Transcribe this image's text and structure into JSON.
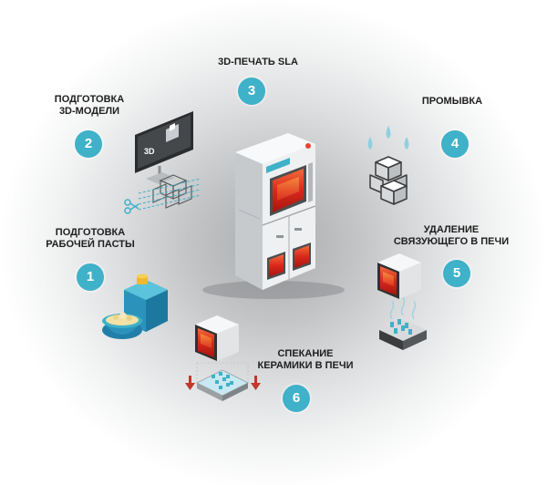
{
  "colors": {
    "badge": "#3fb1c8",
    "heater": "#e8452c",
    "cabinet": "#e4e6e8",
    "liquid": "#8fd0e0"
  },
  "steps": [
    {
      "number": "1",
      "label_line1": "ПОДГОТОВКА",
      "label_line2": "РАБОЧЕЙ ПАСТЫ"
    },
    {
      "number": "2",
      "label_line1": "ПОДГОТОВКА",
      "label_line2": "3D-МОДЕЛИ"
    },
    {
      "number": "3",
      "label_line1": "3D-ПЕЧАТЬ SLA",
      "label_line2": ""
    },
    {
      "number": "4",
      "label_line1": "ПРОМЫВКА",
      "label_line2": ""
    },
    {
      "number": "5",
      "label_line1": "УДАЛЕНИЕ",
      "label_line2": "СВЯЗУЮЩЕГО В ПЕЧИ"
    },
    {
      "number": "6",
      "label_line1": "СПЕКАНИЕ",
      "label_line2": "КЕРАМИКИ В ПЕЧИ"
    }
  ],
  "monitor": {
    "screen_text": "3D"
  },
  "icons": {
    "printer": "sla-printer-icon",
    "jar": "paste-jar-icon",
    "bowl": "paste-bowl-icon",
    "monitor": "monitor-icon",
    "model": "3d-model-icon",
    "scissors": "scissors-icon",
    "droplets": "water-drops-icon",
    "washed_part": "washed-part-icon",
    "debinding_furnace": "debinding-furnace-icon",
    "debinding_tray": "debinding-tray-icon",
    "sintering_furnace": "sintering-furnace-icon",
    "sintering_tray": "sintering-tray-icon"
  }
}
